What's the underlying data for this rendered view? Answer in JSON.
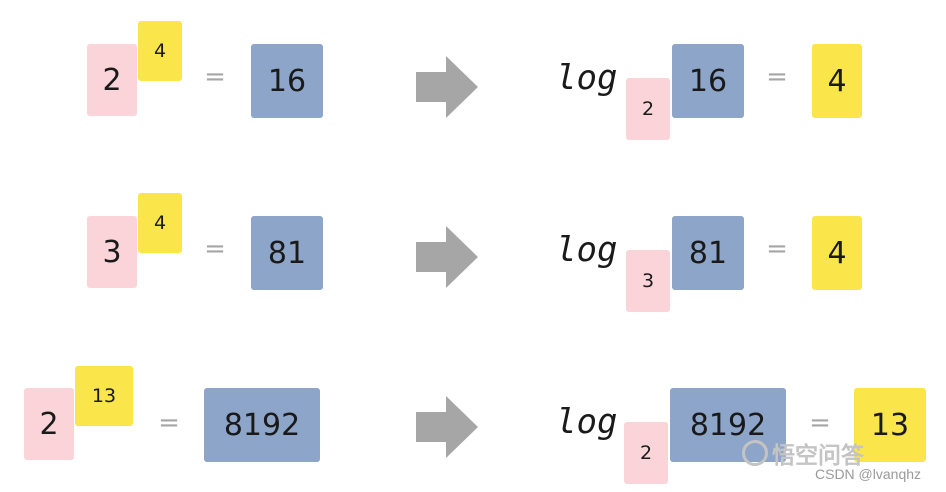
{
  "rows": [
    {
      "base": "2",
      "exponent": "4",
      "result": "16",
      "log_word": "log",
      "log_base": "2",
      "log_arg": "16",
      "log_value": "4"
    },
    {
      "base": "3",
      "exponent": "4",
      "result": "81",
      "log_word": "log",
      "log_base": "3",
      "log_arg": "81",
      "log_value": "4"
    },
    {
      "base": "2",
      "exponent": "13",
      "result": "8192",
      "log_word": "log",
      "log_base": "2",
      "log_arg": "8192",
      "log_value": "13"
    }
  ],
  "equals_sign": "=",
  "watermark": {
    "logo": "悟空问答",
    "credit": "CSDN @lvanqhz"
  },
  "colors": {
    "base": "#fad4d8",
    "exponent": "#fae54a",
    "result": "#8da5c9",
    "arrow": "#a6a6a6"
  }
}
